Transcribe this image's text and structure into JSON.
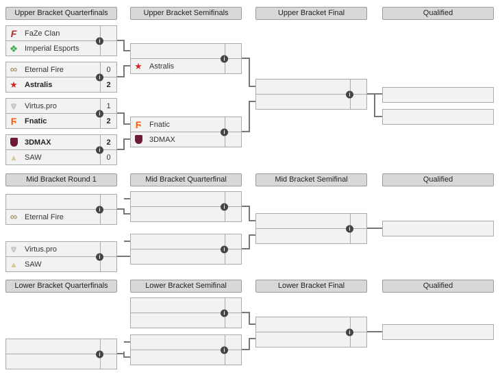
{
  "ui": {
    "info_glyph": "i"
  },
  "colors": {
    "match_bg": "#f2f2f2",
    "header_bg": "#d8d8d8",
    "box_border": "#aaaaaa",
    "connector": "#767676",
    "info_icon_bg": "#444444",
    "faze_red": "#b6252b",
    "imperial_green": "#3fae49",
    "eternal_fire_tan": "#a6996f",
    "astralis_red": "#d6272c",
    "virtus_pro_gray": "#d4d4d4",
    "fnatic_orange": "#ff5900",
    "threedmax_maroon": "#6d1a33",
    "saw_sand": "#d9c79b"
  },
  "headers": {
    "upper_r1": "Upper Bracket Quarterfinals",
    "upper_r2": "Upper Bracket Semifinals",
    "upper_r3": "Upper Bracket Final",
    "upper_q": "Qualified",
    "mid_r1": "Mid Bracket Round 1",
    "mid_r2": "Mid Bracket Quarterfinal",
    "mid_r3": "Mid Bracket Semifinal",
    "mid_q": "Qualified",
    "lower_r1": "Lower Bracket Quarterfinals",
    "lower_r2": "Lower Bracket Semifinal",
    "lower_r3": "Lower Bracket Final",
    "lower_q": "Qualified"
  },
  "matches": {
    "ub_qf1": {
      "top": {
        "team": "FaZe Clan",
        "logo": "faze-logo",
        "score": "",
        "winner": false
      },
      "bottom": {
        "team": "Imperial Esports",
        "logo": "imperial-logo",
        "score": "",
        "winner": false
      }
    },
    "ub_qf2": {
      "top": {
        "team": "Eternal Fire",
        "logo": "eternal-fire-logo",
        "score": "0",
        "winner": false
      },
      "bottom": {
        "team": "Astralis",
        "logo": "astralis-logo",
        "score": "2",
        "winner": true
      }
    },
    "ub_qf3": {
      "top": {
        "team": "Virtus.pro",
        "logo": "virtus-pro-logo",
        "score": "1",
        "winner": false
      },
      "bottom": {
        "team": "Fnatic",
        "logo": "fnatic-logo",
        "score": "2",
        "winner": true
      }
    },
    "ub_qf4": {
      "top": {
        "team": "3DMAX",
        "logo": "threedmax-logo",
        "score": "2",
        "winner": true
      },
      "bottom": {
        "team": "SAW",
        "logo": "saw-logo",
        "score": "0",
        "winner": false
      }
    },
    "ub_sf1": {
      "top": {
        "team": "",
        "score": "",
        "winner": false
      },
      "bottom": {
        "team": "Astralis",
        "logo": "astralis-logo",
        "score": "",
        "winner": false
      }
    },
    "ub_sf2": {
      "top": {
        "team": "Fnatic",
        "logo": "fnatic-logo",
        "score": "",
        "winner": false
      },
      "bottom": {
        "team": "3DMAX",
        "logo": "threedmax-logo",
        "score": "",
        "winner": false
      }
    },
    "ub_final": {
      "top": {
        "team": "",
        "score": "",
        "winner": false
      },
      "bottom": {
        "team": "",
        "score": "",
        "winner": false
      }
    },
    "mb_r1_m1": {
      "top": {
        "team": "",
        "score": "",
        "winner": false
      },
      "bottom": {
        "team": "Eternal Fire",
        "logo": "eternal-fire-logo",
        "score": "",
        "winner": false
      }
    },
    "mb_r1_m2": {
      "top": {
        "team": "Virtus.pro",
        "logo": "virtus-pro-logo",
        "score": "",
        "winner": false
      },
      "bottom": {
        "team": "SAW",
        "logo": "saw-logo",
        "score": "",
        "winner": false
      }
    },
    "mb_qf1": {
      "top": {
        "team": "",
        "score": "",
        "winner": false
      },
      "bottom": {
        "team": "",
        "score": "",
        "winner": false
      }
    },
    "mb_qf2": {
      "top": {
        "team": "",
        "score": "",
        "winner": false
      },
      "bottom": {
        "team": "",
        "score": "",
        "winner": false
      }
    },
    "mb_sf": {
      "top": {
        "team": "",
        "score": "",
        "winner": false
      },
      "bottom": {
        "team": "",
        "score": "",
        "winner": false
      }
    },
    "lb_qf": {
      "top": {
        "team": "",
        "score": "",
        "winner": false
      },
      "bottom": {
        "team": "",
        "score": "",
        "winner": false
      }
    },
    "lb_sf1": {
      "top": {
        "team": "",
        "score": "",
        "winner": false
      },
      "bottom": {
        "team": "",
        "score": "",
        "winner": false
      }
    },
    "lb_sf2": {
      "top": {
        "team": "",
        "score": "",
        "winner": false
      },
      "bottom": {
        "team": "",
        "score": "",
        "winner": false
      }
    },
    "lb_final": {
      "top": {
        "team": "",
        "score": "",
        "winner": false
      },
      "bottom": {
        "team": "",
        "score": "",
        "winner": false
      }
    }
  }
}
